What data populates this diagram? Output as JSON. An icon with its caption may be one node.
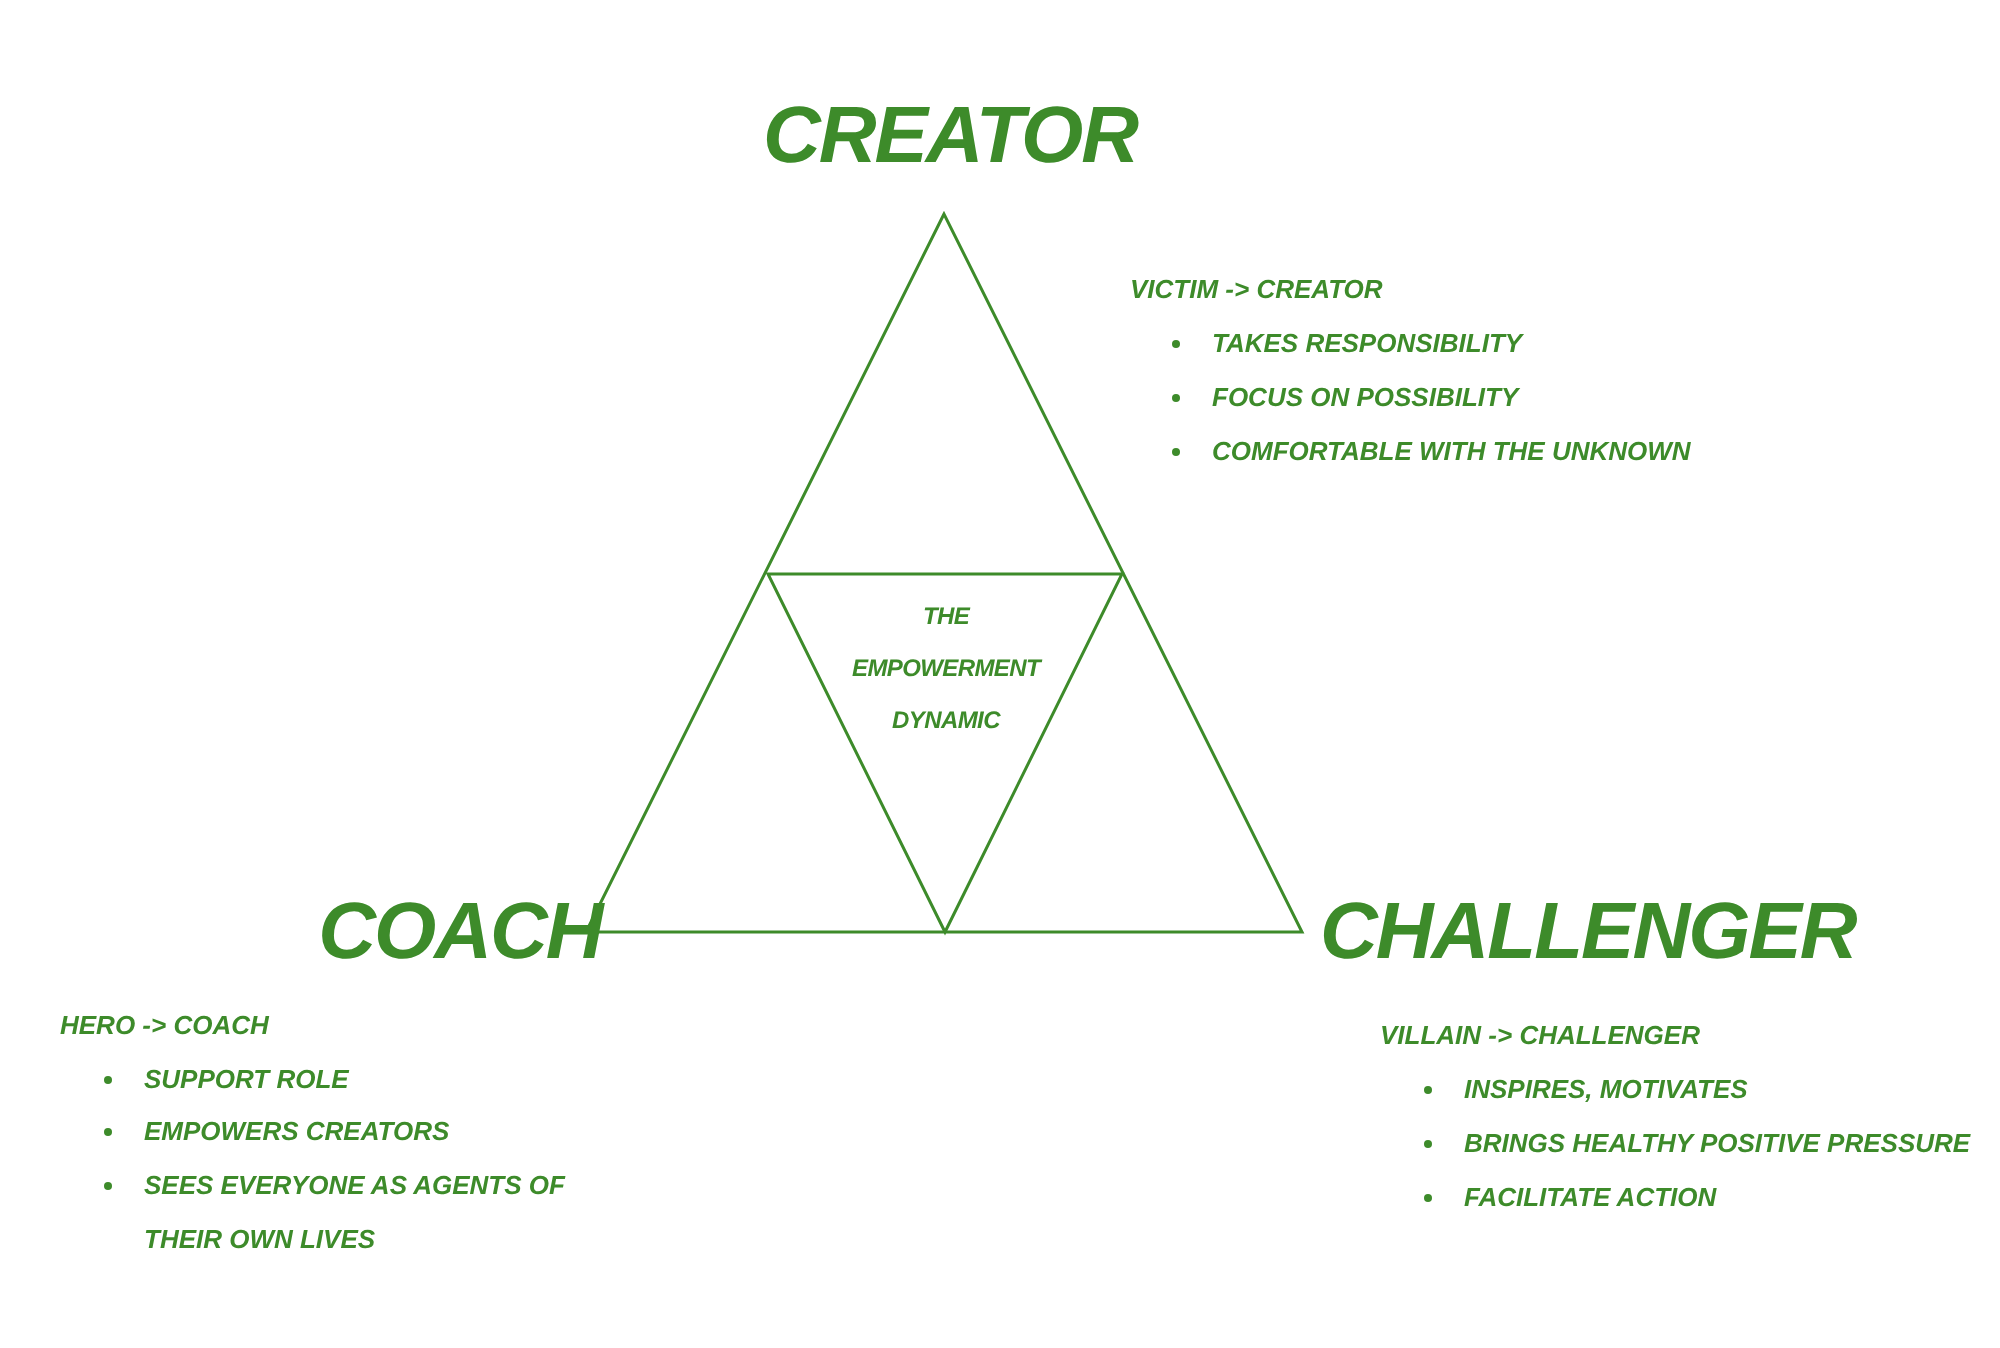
{
  "diagram": {
    "nodes": [
      {
        "text": [],
        "shape": "triangle"
      },
      {
        "text": [
          "THE EMPOWERMENT DYNAMIC"
        ],
        "in": 0
      }
    ],
    "labels": [
      "CREATOR",
      "VICTIM -> CREATOR",
      "TAKES RESPONSIBILITY",
      "FOCUS ON POSSIBILITY",
      "COMFORTABLE WITH THE UNKNOWN",
      "COACH",
      "HERO -> COACH",
      "SUPPORT ROLE",
      "EMPOWERS CREATORS",
      "SEES EVERYONE AS AGENTS OF THEIR OWN LIVES",
      "CHALLENGER",
      "VILLAIN -> CHALLENGER",
      "INSPIRES, MOTIVATES",
      "BRINGS HEALTHY POSITIVE PRESSURE",
      "FACILITATE ACTION"
    ]
  }
}
